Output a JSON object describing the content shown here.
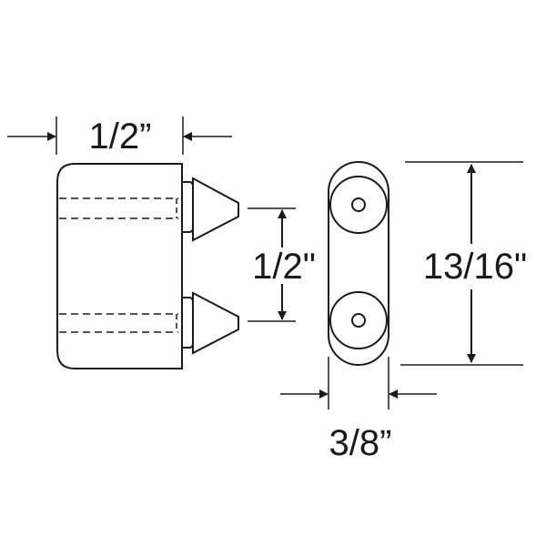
{
  "dimensions": {
    "side_width": "1/2”",
    "pin_spacing": "1/2\"",
    "front_height": "13/16\"",
    "front_width": "3/8”"
  },
  "colors": {
    "ink": "#1a1a1a",
    "background": "#ffffff"
  }
}
